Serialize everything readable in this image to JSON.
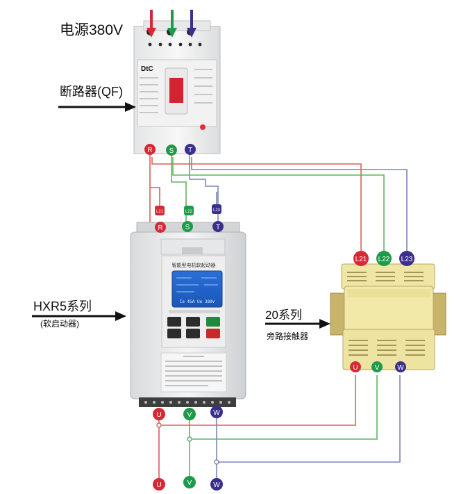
{
  "labels": {
    "power": "电源380V",
    "breaker": "断路器(QF)",
    "soft_starter_model": "HXR5系列",
    "soft_starter_sub": "(软启动器)",
    "contactor_model": "20系列",
    "contactor_sub": "旁路接触器"
  },
  "breaker": {
    "brand": "DtC",
    "terminals": [
      "R",
      "S",
      "T"
    ]
  },
  "soft_starter": {
    "input_terminals": [
      "R",
      "S",
      "T"
    ],
    "bypass_terminals": [
      "L21",
      "L22",
      "L23"
    ],
    "output_terminals": [
      "U",
      "V",
      "W"
    ],
    "display_title": "智能型电机软起动器",
    "display_readout": "Ie 45A Ue 380V"
  },
  "contactor": {
    "input_terminals": [
      "L21",
      "L22",
      "L23"
    ],
    "output_terminals": [
      "U",
      "V",
      "W"
    ]
  },
  "motor_terminals": [
    "U",
    "V",
    "W"
  ],
  "colors": {
    "phase_r": "#d42a36",
    "phase_s": "#1e9a4a",
    "phase_t": "#3a2f8c",
    "wire_red": "#d8605a",
    "wire_green": "#5eb55e",
    "wire_blue": "#7c86b8",
    "contactor_body": "#efe6a6"
  }
}
